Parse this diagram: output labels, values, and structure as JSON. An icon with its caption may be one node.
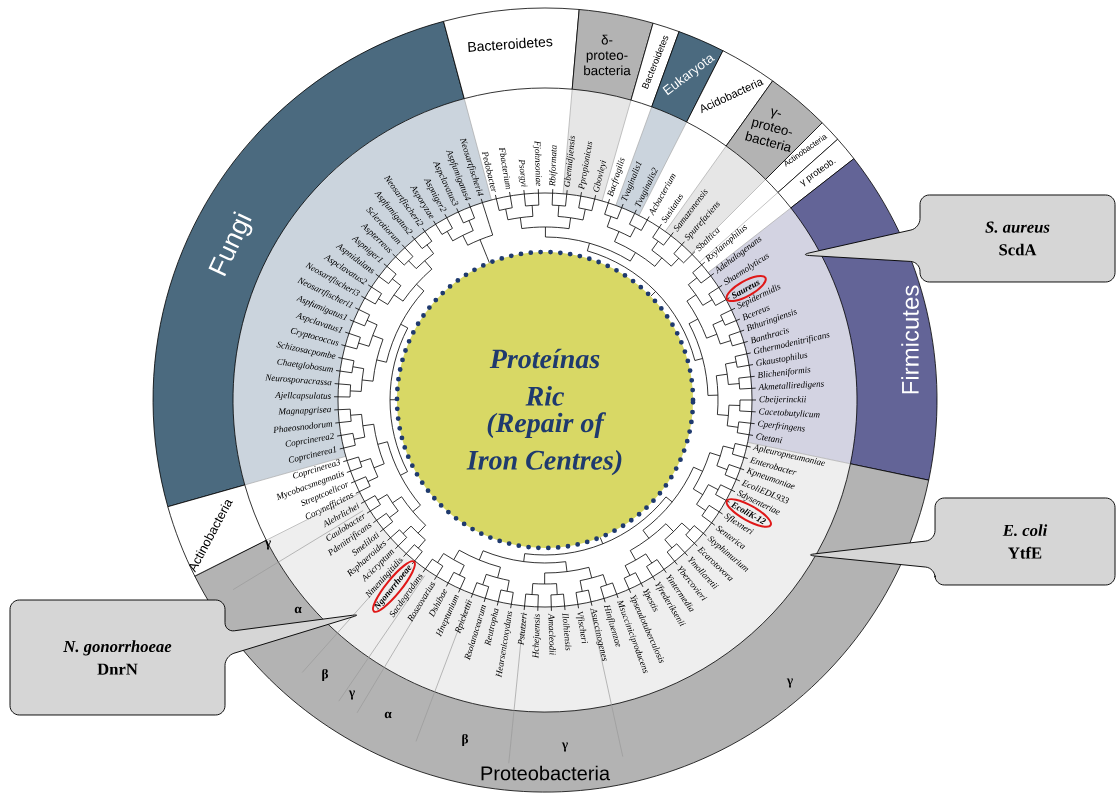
{
  "diagram": {
    "nodes": [
      {
        "text": [
          "Proteínas Ric",
          "(Repair of Iron Centres)"
        ]
      },
      {
        "text": [
          "Fungi"
        ]
      },
      {
        "text": [
          "Bacteroidetes"
        ]
      },
      {
        "text": [
          "δ- proteo- bacteria"
        ]
      },
      {
        "text": [
          "Bacteroidetes"
        ]
      },
      {
        "text": [
          "Eukaryota"
        ]
      },
      {
        "text": [
          "Acidobacteria"
        ]
      },
      {
        "text": [
          "γ- proteo- bacteria"
        ]
      },
      {
        "text": [
          "Actinobacteria"
        ]
      },
      {
        "text": [
          "γ proteob."
        ]
      },
      {
        "text": [
          "Firmicutes"
        ]
      },
      {
        "text": [
          "Proteobacteria"
        ]
      },
      {
        "text": [
          "Actinobacteria"
        ]
      },
      {
        "text": [
          "S. aureus",
          "ScdA"
        ]
      },
      {
        "text": [
          "E. coli",
          "YtfE"
        ]
      },
      {
        "text": [
          "N. gonorrhoeae",
          "DnrN"
        ]
      }
    ],
    "labels": [
      "Pedobacter",
      "Fbacterium",
      "Psorgyi",
      "Fjohnsoniae",
      "Rbiformata",
      "Gbemidjiensis",
      "Ppropionicus",
      "Gbovleyi",
      "Bacfragilis",
      "Tvaginalis1",
      "Tvaginalis2",
      "Acbacterium",
      "Susitatus",
      "Samazonensis",
      "Sputrefaciens",
      "Sbaltica",
      "Rxylanophilus",
      "Adehalogenans",
      "Shaemolyticus",
      "Saureus",
      "Sepidermidis",
      "Bcereus",
      "Bthuringiensis",
      "Banthracis",
      "Gthermodenitrificans",
      "Gkaustophilus",
      "Blicheniformis",
      "Akmetalliredigens",
      "Cbeijerinckii",
      "Cacetobutylicum",
      "Cperfringens",
      "Ctetani",
      "Apleuropneumoniae",
      "Enterobacter",
      "Kpneumoniae",
      "EcoliEDL933",
      "Sdysenteriae",
      "EcoliK-12",
      "Sflexneri",
      "Senterica",
      "Styphimurium",
      "Ecarotovora",
      "Ymollaretii",
      "Ybercovieri",
      "Yintermedia",
      "Yfrederiksenii",
      "Ypestis",
      "Rsolanacearum",
      "Reutropha",
      "Hearsenicoxydans",
      "Pstutzeri",
      "Hchejuensis",
      "Amacleodii",
      "Iloihiensis",
      "Vfischeri",
      "Asuccinogenes",
      "Hinfluenzae",
      "Msucciniciproducens",
      "Ypseudotuberculosis",
      "Rpickettii",
      "Hneptunium",
      "Dshibae",
      "Roseovarius",
      "Sacdegradans",
      "Ngonorrhoeae",
      "Nmeningitidis",
      "Acicryptum",
      "Rsphaeroides",
      "Smeliloti",
      "Pdenitrificans",
      "Caulobacter",
      "Alehrlichei",
      "Corynefficiens",
      "Streptcoelicor",
      "Mycobacsmegmatis",
      "Coprcinerea3",
      "Coprcinerea1",
      "Coprcinerea2",
      "Phaeosnodorum",
      "Magnapgrisea",
      "Ajellcapsulatus",
      "Neurosporacrassa",
      "Chaetglobosum",
      "Schizosacpombe",
      "Cryptococcus",
      "Aspclavatus1",
      "Aspfumigatus1",
      "Neosartfischeri1",
      "Neosartfischeri3",
      "Aspclavatus2",
      "Aspnidulans",
      "Aspniger1",
      "Aspterreus",
      "Sclerotiorum",
      "Aspfumigatus2",
      "Neosartfischeri2",
      "Asporyzae",
      "Aspniger2",
      "Aspclavatus3",
      "Aspfumigatus4",
      "Neosartfischeri4",
      "γ",
      "α",
      "β",
      "γ",
      "α",
      "β",
      "γ",
      "γ"
    ]
  }
}
